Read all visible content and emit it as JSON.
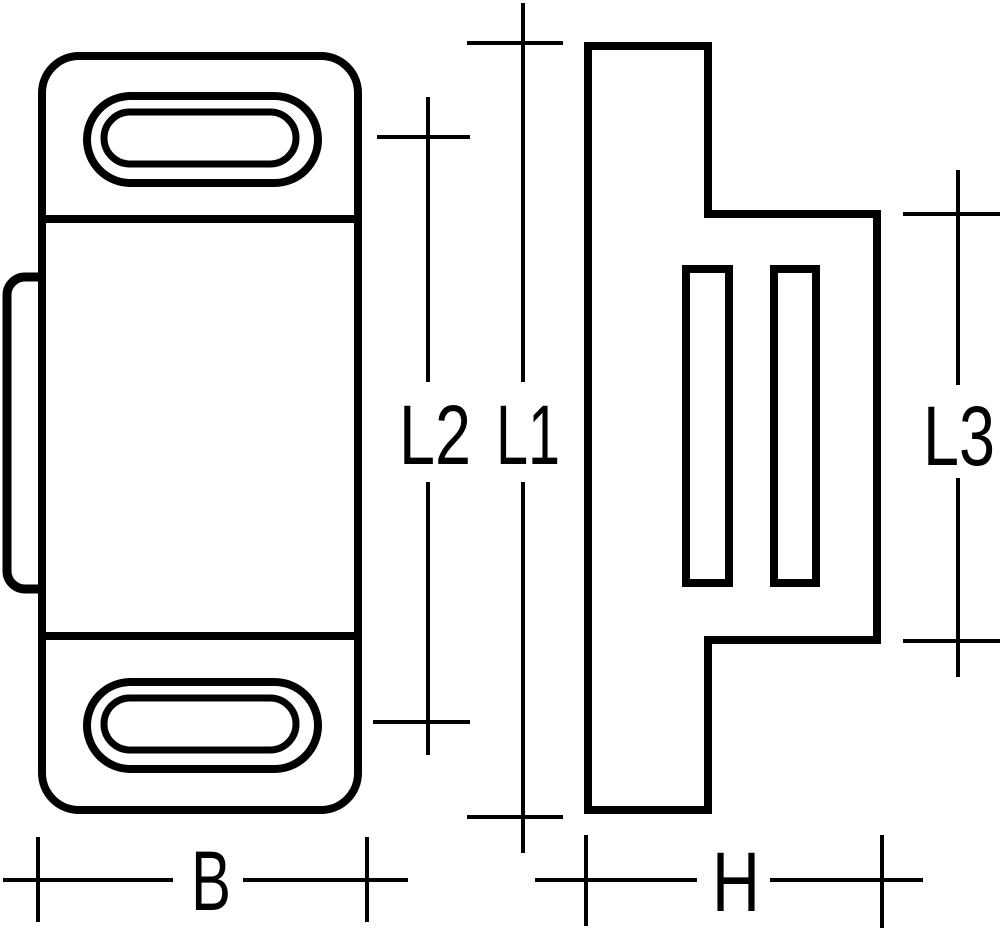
{
  "colors": {
    "line": "#000000",
    "background": "#ffffff"
  },
  "labels": {
    "l2": "L2",
    "l1": "L1",
    "l3": "L3",
    "b": "B",
    "h": "H"
  }
}
